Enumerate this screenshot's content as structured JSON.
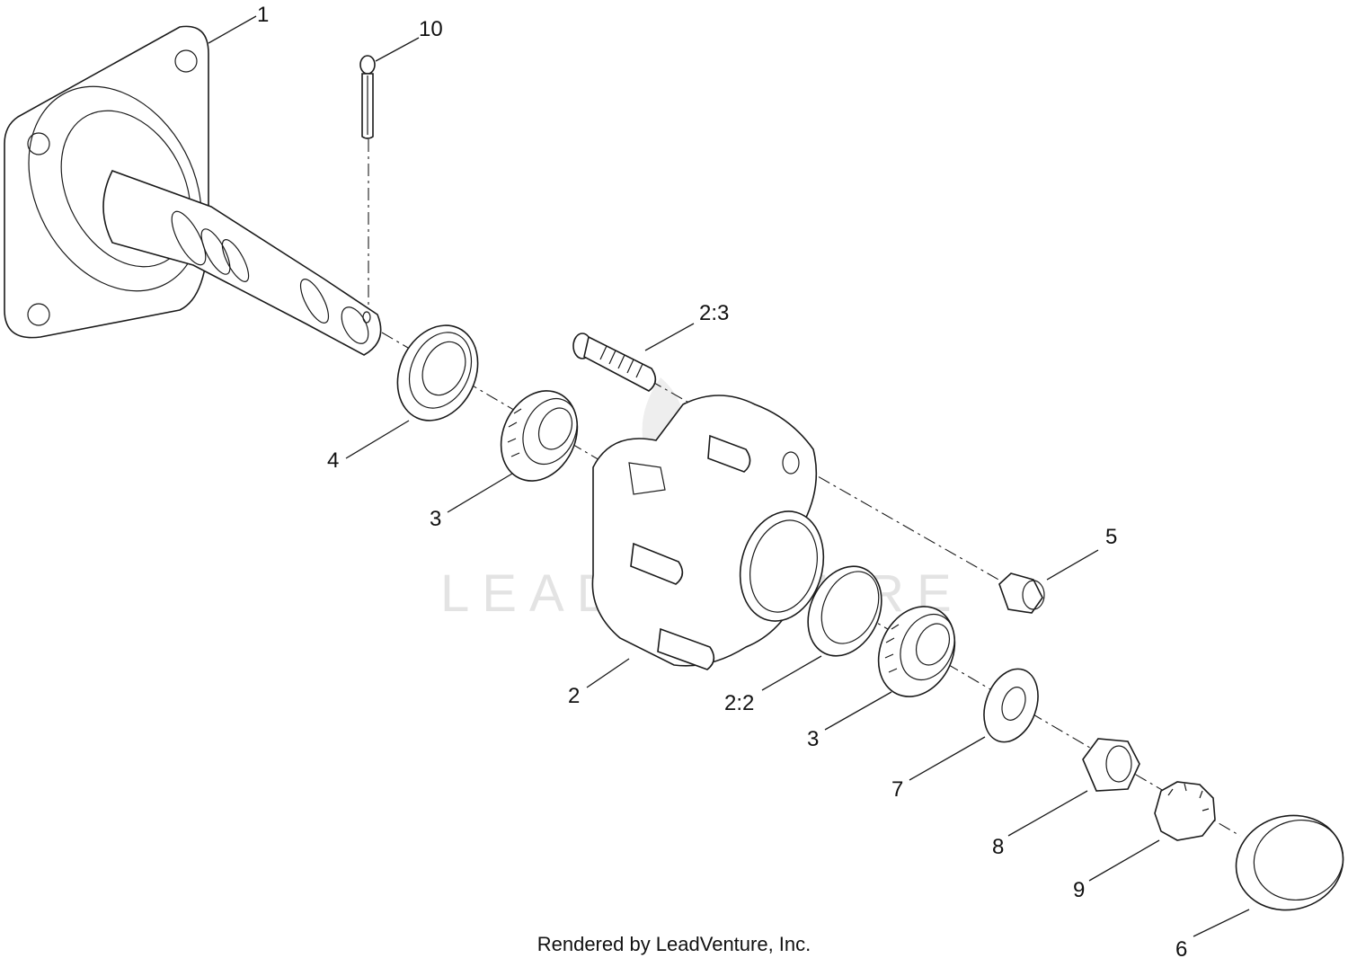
{
  "watermark": "LEADVENTURE",
  "footer": "Rendered by LeadVenture, Inc.",
  "callouts": {
    "c1": "1",
    "c10": "10",
    "c2_3": "2:3",
    "c4": "4",
    "c3a": "3",
    "c5": "5",
    "c2": "2",
    "c2_2": "2:2",
    "c3b": "3",
    "c7": "7",
    "c8": "8",
    "c9": "9",
    "c6": "6"
  }
}
